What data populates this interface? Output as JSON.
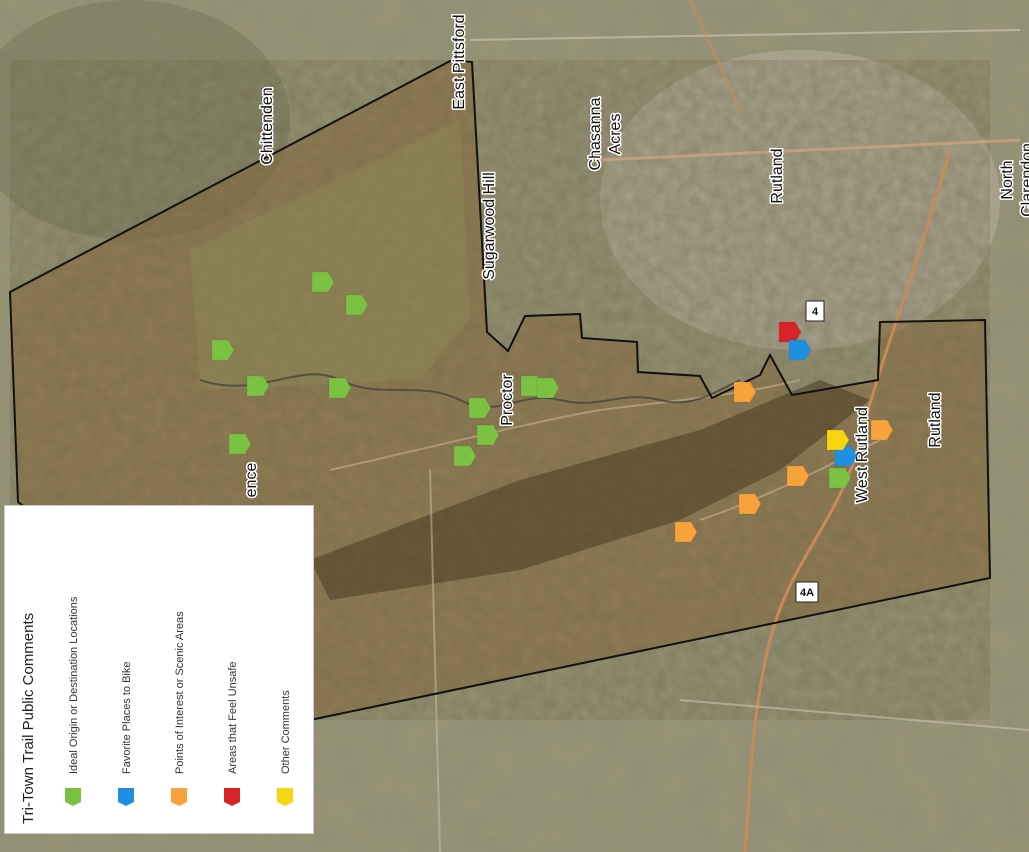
{
  "map": {
    "places": {
      "chittenden": "Chittenden",
      "east_pittsford": "East Pittsford",
      "chasanna_acres_line1": "Chasanna",
      "chasanna_acres_line2": "Acres",
      "sugarwood_hill": "Sugarwood Hill",
      "rutland_city": "Rutland",
      "north_clarendon_line1": "North",
      "north_clarendon_line2": "Clarendon",
      "proctor": "Proctor",
      "west_rutland": "West Rutland",
      "rutland_town": "Rutland",
      "florence_partial": "ence"
    },
    "routes": {
      "us4": "4",
      "route4a": "4A"
    },
    "colors": {
      "ideal_origin": "#7cc242",
      "favorite_bike": "#1f8fe0",
      "points_interest": "#f7a23b",
      "unsafe": "#d9232a",
      "other": "#f6d40f"
    }
  },
  "legend": {
    "title": "Tri-Town Trail Public Comments",
    "items": [
      {
        "label": "Ideal Origin or Destination Locations",
        "color": "#7cc242"
      },
      {
        "label": "Favorite Places to Bike",
        "color": "#1f8fe0"
      },
      {
        "label": "Points of Interest or Scenic Areas",
        "color": "#f7a23b"
      },
      {
        "label": "Areas that Feel Unsafe",
        "color": "#d9232a"
      },
      {
        "label": "Other Comments",
        "color": "#f6d40f"
      }
    ]
  }
}
